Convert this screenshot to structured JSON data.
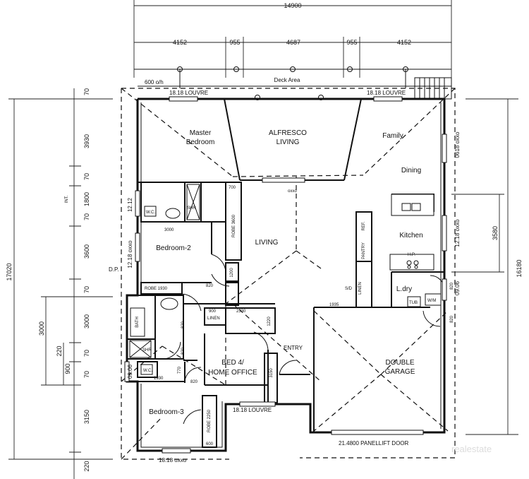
{
  "rooms": {
    "master_bedroom": [
      "Master",
      "Bedroom"
    ],
    "alfresco": [
      "ALFRESCO",
      "LIVING"
    ],
    "family": "Family",
    "dining": "Dining",
    "kitchen": "Kitchen",
    "living": "LIVING",
    "bedroom2": "Bedroom-2",
    "laundry": "L.dry",
    "bed4": [
      "BED 4/",
      "HOME OFFICE"
    ],
    "entry": "ENTRY",
    "garage": [
      "DOUBLE",
      "GARAGE"
    ],
    "bedroom3": "Bedroom-3",
    "deck": "Deck Area"
  },
  "labels": {
    "overhang": "600 o/h",
    "louvre_left": "18.18 LOUVRE",
    "louvre_right": "18.18 LOUVRE",
    "louvre_bottom": "18.18 LOUVRE",
    "oxxo_bottom": "18.18 oxxo",
    "panellift": "21.4800 PANELLIFT DOOR",
    "dp": "D.P.",
    "w_1212": "12.12",
    "w_1218_left": "12.18 oxxo",
    "w_0618": "0618 oxxo",
    "w_1218_right": "12.18 oxxo",
    "w_0906_right": "09.06",
    "w_0906_left": "09.06",
    "d_820_a": "820",
    "d_820_b": "820",
    "d_820_c": "820",
    "d_820_d": "820",
    "d_820_e": "820",
    "d_820_f": "820",
    "d_770": "770",
    "robe_3000": "3000",
    "robe_1930": "ROBE 1930",
    "robe_2330": "2330",
    "robe_1220": "1220",
    "robe_3150": "3150",
    "robe_2250": "ROBE 2250",
    "m_600": "600",
    "m_1930": "1930",
    "m_900": "900",
    "m_1935": "1935",
    "pantry": "PANTRY",
    "ref": "REF.",
    "linen": "LINEN",
    "linen2": "LINEN",
    "sd": "S/D",
    "shr": "SHR",
    "shr2": "SHR",
    "bath": "BATH",
    "wc": "W.C.",
    "wc2": "W.C.",
    "tub": "TUB",
    "wm": "W/M",
    "hp": "H.P.",
    "oxxo_living": "oxxo",
    "r_700": "700",
    "r_3600": "ROBE 3600",
    "r_1200": "1200",
    "watermark": "realestate"
  },
  "dimensions": {
    "overall_width": "14900",
    "top_segments": [
      "4152",
      "955",
      "4687",
      "955",
      "4152"
    ],
    "overall_left": "17020",
    "left_segments": [
      "70",
      "3930",
      "70",
      "1800",
      "70",
      "3600",
      "70",
      "3000",
      "70",
      "70",
      "3150",
      "220"
    ],
    "left_inner": [
      "3000",
      "220",
      "900"
    ],
    "left_small": "INT.",
    "overall_right": "16180",
    "right_inner": "3580"
  }
}
